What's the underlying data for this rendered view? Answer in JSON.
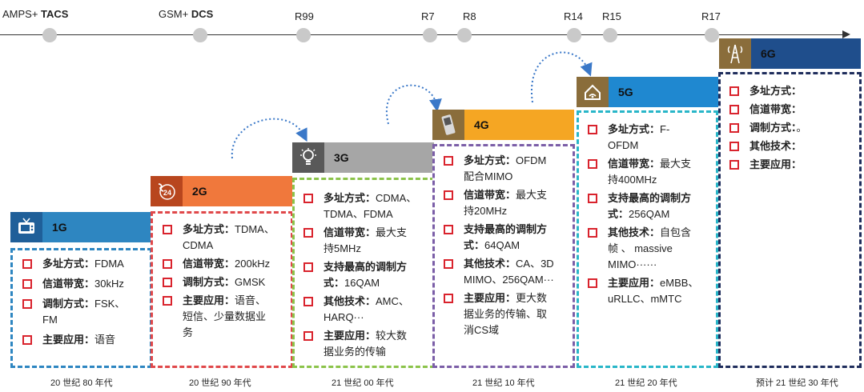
{
  "timeline": {
    "labels": [
      {
        "pre": "AMPS+ ",
        "bold": "TACS"
      },
      {
        "pre": "GSM+ ",
        "bold": "DCS"
      },
      {
        "pre": "R99",
        "bold": ""
      },
      {
        "pre": "R7",
        "bold": ""
      },
      {
        "pre": "R8",
        "bold": ""
      },
      {
        "pre": "R14",
        "bold": ""
      },
      {
        "pre": "R15",
        "bold": ""
      },
      {
        "pre": "R17",
        "bold": ""
      }
    ]
  },
  "generations": [
    {
      "name": "1G",
      "icon": "tv-icon",
      "color": "#2e86c1"
    },
    {
      "name": "2G",
      "icon": "phone-24-icon",
      "color": "#f0783c"
    },
    {
      "name": "3G",
      "icon": "lightbulb-icon",
      "color": "#a6a6a6"
    },
    {
      "name": "4G",
      "icon": "mobile-phone-icon",
      "color": "#f5a623"
    },
    {
      "name": "5G",
      "icon": "home-wifi-icon",
      "color": "#1f88d0"
    },
    {
      "name": "6G",
      "icon": "tower-icon",
      "color": "#1f4e8c"
    }
  ],
  "details": {
    "g1": [
      {
        "k": "多址方式：",
        "v": "FDMA"
      },
      {
        "k": "信道带宽：",
        "v": "30kHz"
      },
      {
        "k": "调制方式：",
        "v": "FSK、"
      },
      {
        "k": "",
        "v": "FM"
      },
      {
        "k": "主要应用：",
        "v": "语音"
      }
    ],
    "g2": [
      {
        "k": "多址方式：",
        "v": "TDMA、"
      },
      {
        "k": "",
        "v": "CDMA"
      },
      {
        "k": "信道带宽：",
        "v": "200kHz"
      },
      {
        "k": "调制方式：",
        "v": "GMSK"
      },
      {
        "k": "主要应用：",
        "v": "语音、"
      },
      {
        "k": "",
        "v": "短信、少量数据业"
      },
      {
        "k": "",
        "v": "务"
      }
    ],
    "g3": [
      {
        "k": "多址方式：",
        "v": "CDMA、"
      },
      {
        "k": "",
        "v": "TDMA、FDMA"
      },
      {
        "k": "信道带宽：",
        "v": "最大支"
      },
      {
        "k": "",
        "v": "持5MHz"
      },
      {
        "k": "支持最高的调制方",
        "v": ""
      },
      {
        "k": "式：",
        "v": "16QAM"
      },
      {
        "k": "其他技术：",
        "v": "AMC、"
      },
      {
        "k": "",
        "v": "HARQ···"
      },
      {
        "k": "主要应用：",
        "v": "较大数"
      },
      {
        "k": "",
        "v": "据业务的传输"
      }
    ],
    "g4": [
      {
        "k": "多址方式：",
        "v": "OFDM"
      },
      {
        "k": "",
        "v": "配合MIMO"
      },
      {
        "k": "信道带宽：",
        "v": "最大支"
      },
      {
        "k": "",
        "v": "持20MHz"
      },
      {
        "k": "支持最高的调制方",
        "v": ""
      },
      {
        "k": "式：",
        "v": "64QAM"
      },
      {
        "k": "其他技术：",
        "v": "CA、3D"
      },
      {
        "k": "",
        "v": "MIMO、256QAM···"
      },
      {
        "k": "主要应用：",
        "v": "更大数"
      },
      {
        "k": "",
        "v": "据业务的传输、取"
      },
      {
        "k": "",
        "v": "消CS域"
      }
    ],
    "g5": [
      {
        "k": "多址方式：",
        "v": "F-"
      },
      {
        "k": "",
        "v": "OFDM"
      },
      {
        "k": "信道带宽：",
        "v": "最大支"
      },
      {
        "k": "",
        "v": "持400MHz"
      },
      {
        "k": "支持最高的调制方",
        "v": ""
      },
      {
        "k": "式：",
        "v": "256QAM"
      },
      {
        "k": "其他技术：",
        "v": "自包含"
      },
      {
        "k": "",
        "v": "帧 、 massive"
      },
      {
        "k": "",
        "v": "MIMO······"
      },
      {
        "k": "主要应用：",
        "v": "eMBB、"
      },
      {
        "k": "",
        "v": "uRLLC、mMTC"
      }
    ],
    "g6": [
      {
        "k": "多址方式：",
        "v": ""
      },
      {
        "k": "信道带宽：",
        "v": ""
      },
      {
        "k": "调制方式：",
        "v": "。"
      },
      {
        "k": "其他技术：",
        "v": ""
      },
      {
        "k": "主要应用：",
        "v": ""
      }
    ]
  },
  "eras": [
    "20 世纪 80 年代",
    "20 世纪 90 年代",
    "21 世纪 00 年代",
    "21 世纪 10 年代",
    "21 世纪 20 年代",
    "预计 21 世纪 30 年代"
  ]
}
